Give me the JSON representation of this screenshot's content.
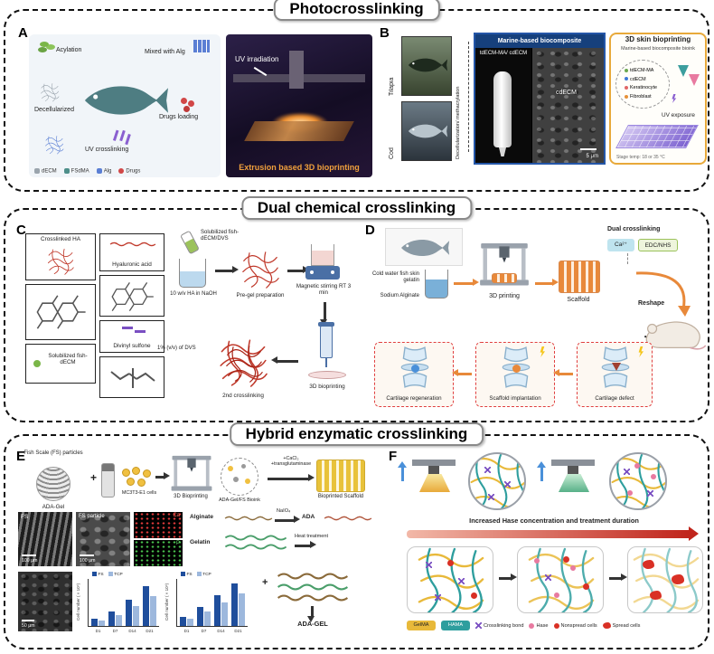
{
  "sections": {
    "photo": {
      "title": "Photocrosslinking",
      "a": {
        "label": "A",
        "steps": {
          "acylation": "Acylation",
          "mixed": "Mixed with Alg",
          "decellularized": "Decellularized",
          "drugs_loading": "Drugs loading",
          "uv_crosslinking": "UV crosslinking"
        },
        "legend": [
          {
            "name": "dECM",
            "color": "#9aa4ad"
          },
          {
            "name": "FSdMA",
            "color": "#4e8f8a"
          },
          {
            "name": "Alg",
            "color": "#5b7fd4"
          },
          {
            "name": "Drugs",
            "color": "#d14747"
          }
        ],
        "photo": {
          "annotation": "UV irradiation",
          "caption": "Extrusion based 3D bioprinting",
          "caption_color": "#f0a03c"
        }
      },
      "b": {
        "label": "B",
        "biocomposite": {
          "header": "Marine-based biocomposite",
          "header_bg": "#16407c",
          "fish_top": "Tilapia",
          "fish_bottom": "Cod",
          "process": "Decellularization/ methacrylation",
          "tube_label": "tdECM-MA/ cdECM",
          "sem_label": "cdECM",
          "scalebar": "5 μm"
        },
        "bioprinting": {
          "header": "3D skin bioprinting",
          "border_color": "#e8a93a",
          "bioink_title": "Marine-based biocomposite bioink",
          "items": [
            {
              "name": "tdECM-MA",
              "color": "#6aa84f"
            },
            {
              "name": "cdECM",
              "color": "#3c78d8"
            },
            {
              "name": "Keratinocyte",
              "color": "#e06666"
            },
            {
              "name": "Fibroblast",
              "color": "#e69138"
            }
          ],
          "uv_label": "UV exposure",
          "stage_note": "Stage temp: 18 or 35 °C"
        }
      }
    },
    "dual": {
      "title": "Dual chemical crosslinking",
      "c": {
        "label": "C",
        "materials": {
          "crosslinked_ha": "Crosslinked HA",
          "hyaluronic_acid": "Hyaluronic acid",
          "divinyl_sulfone": "Divinyl sulfone",
          "solubilized_decm": "Solubilized fish-dECM"
        },
        "flow": {
          "vial_label": "Solubilized fish- dECM/DVS",
          "beaker_label": "10 w/v HA in NaOH",
          "pregel": "Pre-gel preparation",
          "stirring": "Magnetic stirring RT 3 min",
          "dvs_pct": "1% (v/v) of DVS",
          "second_crosslinking": "2nd crosslinking",
          "bioprinting": "3D bioprinting"
        }
      },
      "d": {
        "label": "D",
        "inputs": {
          "gelatin": "Cold water fish skin gelatin",
          "alginate": "Sodium Alginate"
        },
        "printing": "3D printing",
        "scaffold": "Scaffold",
        "crosslinking": {
          "title": "Dual crosslinking",
          "ca": "Ca²⁺",
          "edc": "EDC/NHS"
        },
        "reshape": "Reshape",
        "stages": [
          {
            "name": "Cartilage regeneration"
          },
          {
            "name": "Scaffold implantation"
          },
          {
            "name": "Cartilage defect"
          }
        ]
      }
    },
    "hybrid": {
      "title": "Hybrid enzymatic crosslinking",
      "e": {
        "label": "E",
        "flow": {
          "fs_particles": "Fish Scale (FS) particles",
          "ada_gel": "ADA-Gel",
          "plus": "+",
          "cells": "MC3T3-E1 cells",
          "printing": "3D Bioprinting",
          "bioink": "ADA-Gel/FS Bioink",
          "crosslinker": "+CaCl₂ +transglutaminase",
          "scaffold": "Bioprinted Scaffold"
        },
        "micrographs": {
          "sem1": "FS",
          "sem2": "FS particle",
          "scale100": "100 μm",
          "scale50": "50 μm",
          "eds_ca": "Ca",
          "eds_p": "P"
        },
        "chemistry": {
          "alginate": "Alginate",
          "naio4": "NaIO₄",
          "ada": "ADA",
          "gelatin": "Gelatin",
          "heat": "Heat treatment",
          "plus": "+",
          "adagel": "ADA-GEL"
        },
        "charts": [
          {
            "ylabel": "Cell number (×10⁴)",
            "categories": [
              "D1",
              "D7",
              "D14",
              "D21"
            ],
            "max": 6,
            "series": [
              {
                "name": "FS",
                "color": "#1f4e9c",
                "values": [
                  0.9,
                  1.9,
                  3.3,
                  5.1
                ]
              },
              {
                "name": "TCP",
                "color": "#9db8dd",
                "values": [
                  0.7,
                  1.4,
                  2.5,
                  3.8
                ]
              }
            ]
          },
          {
            "ylabel": "Cell number (×10⁴)",
            "categories": [
              "D1",
              "D7",
              "D14",
              "D21"
            ],
            "max": 6,
            "series": [
              {
                "name": "FS",
                "color": "#1f4e9c",
                "values": [
                  1.2,
                  2.4,
                  3.9,
                  5.4
                ]
              },
              {
                "name": "TCP",
                "color": "#9db8dd",
                "values": [
                  0.9,
                  1.8,
                  3.0,
                  4.2
                ]
              }
            ]
          }
        ]
      },
      "f": {
        "label": "F",
        "arrow_text": "Increased Hase concentration and treatment duration",
        "arrow_color": "#c0251c",
        "legend": [
          {
            "name": "GelMA",
            "color": "#e8b93a"
          },
          {
            "name": "HAMA",
            "color": "#2e9e9e"
          },
          {
            "name": "Crosslinking bond",
            "color": "#7a4fc2"
          },
          {
            "name": "Hase",
            "color": "#e87aa0"
          },
          {
            "name": "Nonspread cells",
            "color": "#d93025"
          },
          {
            "name": "Spread cells",
            "color": "#d93025"
          }
        ]
      }
    }
  }
}
